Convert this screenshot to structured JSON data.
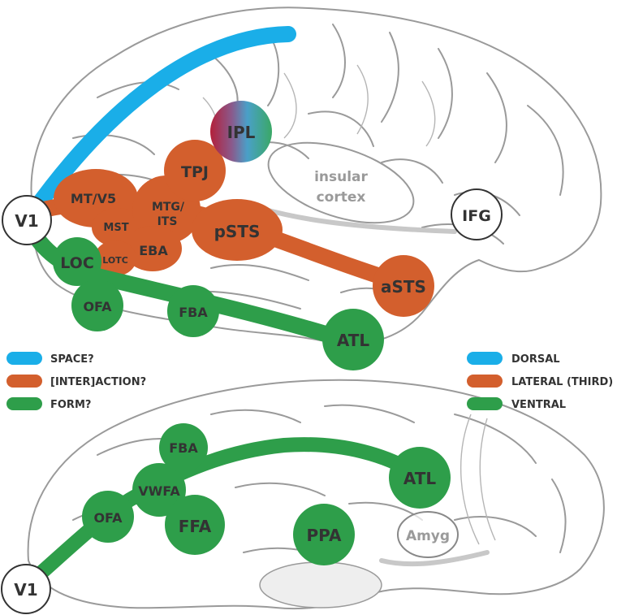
{
  "colors": {
    "dorsal": "#1aaee8",
    "lateral": "#d35f2d",
    "ventral": "#2e9e4a",
    "outline": "#555555",
    "faint": "#9a9a9a"
  },
  "lateral_view": {
    "v1": "V1",
    "mt_v5": "MT/V5",
    "mst": "MST",
    "mtg_its_line1": "MTG/",
    "mtg_its_line2": "ITS",
    "eba": "EBA",
    "lotc": "LOTC",
    "loc": "LOC",
    "tpj": "TPJ",
    "psts": "pSTS",
    "asts": "aSTS",
    "ipl": "IPL",
    "insula_line1": "insular",
    "insula_line2": "cortex",
    "ifg": "IFG",
    "ofa": "OFA",
    "fba": "FBA",
    "atl": "ATL"
  },
  "legend_left": [
    {
      "label": "SPACE?",
      "color": "#1aaee8"
    },
    {
      "label": "[INTER]ACTION?",
      "color": "#d35f2d"
    },
    {
      "label": "FORM?",
      "color": "#2e9e4a"
    }
  ],
  "legend_right": [
    {
      "label": "DORSAL",
      "color": "#1aaee8"
    },
    {
      "label": "LATERAL (THIRD)",
      "color": "#d35f2d"
    },
    {
      "label": "VENTRAL",
      "color": "#2e9e4a"
    }
  ],
  "ventral_view": {
    "v1": "V1",
    "ofa": "OFA",
    "vwfa": "VWFA",
    "fba": "FBA",
    "ffa": "FFA",
    "ppa": "PPA",
    "atl": "ATL",
    "amyg": "Amyg"
  }
}
